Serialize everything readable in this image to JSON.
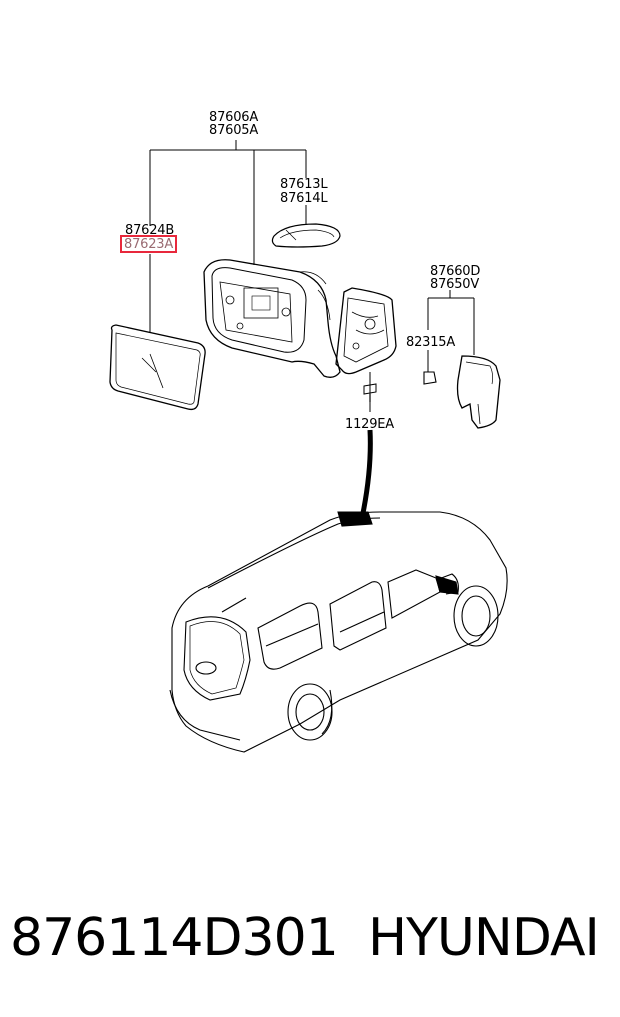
{
  "callouts": {
    "assy_rh": "87606A",
    "assy_lh": "87605A",
    "cover_l1": "87613L",
    "cover_l2": "87614L",
    "glass_a": "87624B",
    "glass_b": "87623A",
    "cap_a": "87660D",
    "cap_b": "87650V",
    "clip": "82315A",
    "screw": "1129EA"
  },
  "highlight": "#e8283c",
  "footer": {
    "part_number": "876114D301",
    "brand": "HYUNDAI"
  }
}
